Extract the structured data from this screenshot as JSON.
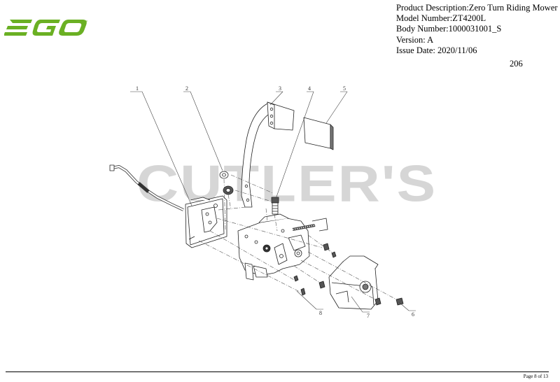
{
  "brand": {
    "name": "EGO",
    "color": "#6ab023"
  },
  "header": {
    "product_description": "Product Description:Zero Turn Riding Mower",
    "model_number": "Model Number:ZT4200L",
    "body_number": "Body Number:1000031001_S",
    "version": "Version: A",
    "issue_date": "Issue Date: 2020/11/06"
  },
  "page_number": "206",
  "watermark": "CUTLER'S",
  "callouts": [
    "1",
    "2",
    "3",
    "4",
    "5",
    "6",
    "7",
    "8"
  ],
  "footer": {
    "page_label": "Page 8 of 13"
  }
}
